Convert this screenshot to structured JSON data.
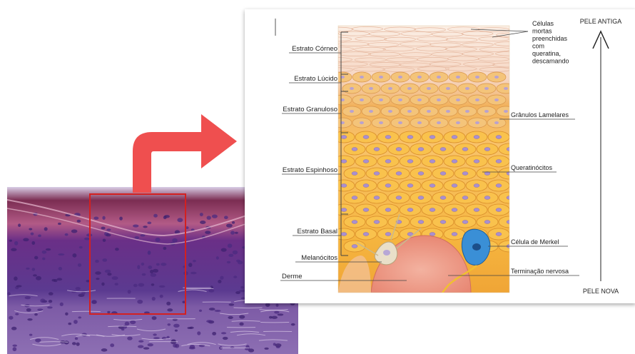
{
  "diagram": {
    "left_labels": [
      {
        "id": "corneo",
        "text": "Estrato Córneo"
      },
      {
        "id": "lucido",
        "text": "Estrato Lúcido"
      },
      {
        "id": "granuloso",
        "text": "Estrato Granuloso"
      },
      {
        "id": "espinhoso",
        "text": "Estrato Espinhoso"
      },
      {
        "id": "basal",
        "text": "Estrato Basal"
      },
      {
        "id": "melanocitos",
        "text": "Melanócitos"
      },
      {
        "id": "derme",
        "text": "Derme"
      }
    ],
    "right_labels": {
      "dead_cells": [
        "Células",
        "mortas",
        "preenchidas",
        "com",
        "queratina,",
        "descamando"
      ],
      "granulos": "Grânulos Lamelares",
      "queratinocitos": "Queratinócitos",
      "merkel": "Célula de Merkel",
      "terminacao": "Terminação nervosa"
    },
    "axis": {
      "top": "PELE ANTIGA",
      "bottom": "PELE NOVA"
    }
  },
  "colors": {
    "arrow": "#ef4f4f",
    "highlight_box": "#d32020",
    "tissue_purple": "#6b3f8f",
    "stratum_corneum": "#f6d6c2",
    "granular": "#f2b25c",
    "spinous": "#f6b640",
    "dermis": "#ef9a86",
    "merkel_cell": "#3a8fd6"
  }
}
